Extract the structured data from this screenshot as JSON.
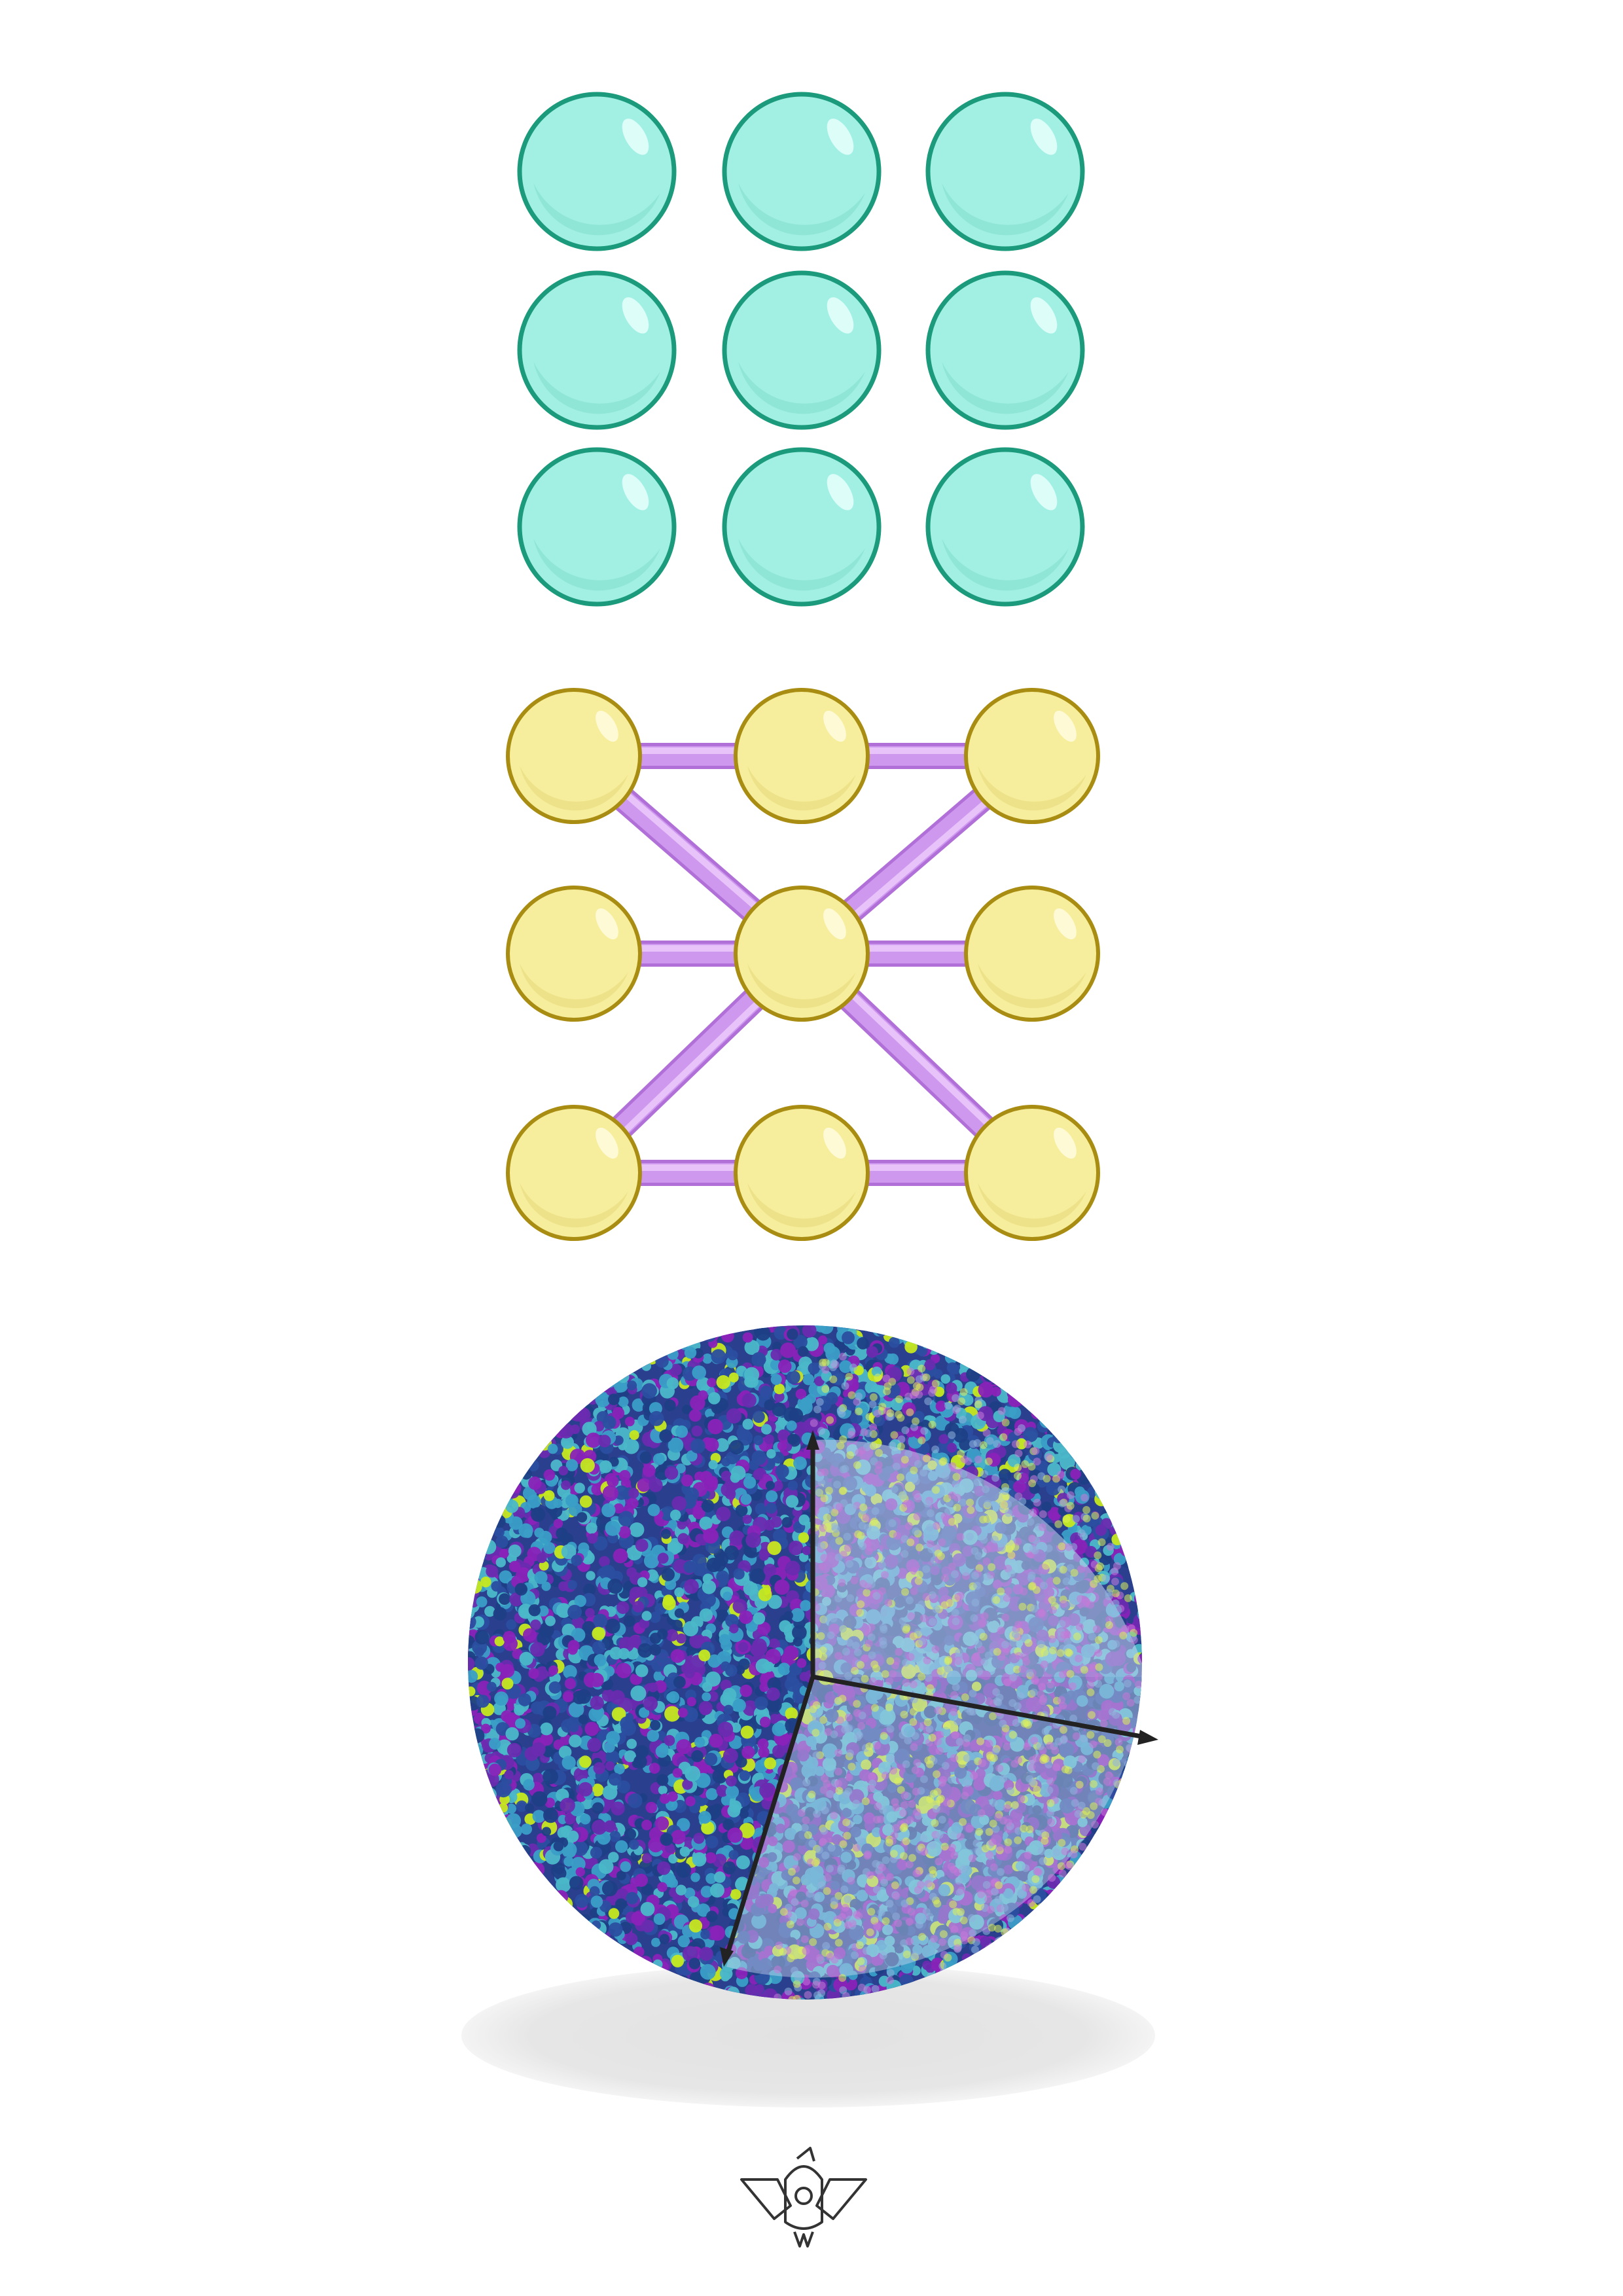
{
  "page": {
    "background": "#ffffff"
  },
  "panels": [
    {
      "id": "separate-spheres",
      "kind": "grid",
      "rows": 3,
      "cols": 3,
      "colors": {
        "fill": "#a2f0e4",
        "fill_shade": "#7fdccb",
        "stroke": "#1b9a7c",
        "highlight": "#e6fffb"
      },
      "connections": []
    },
    {
      "id": "bonded-spheres",
      "kind": "grid",
      "rows": 3,
      "cols": 3,
      "colors": {
        "fill": "#f6ee9c",
        "fill_shade": "#e6d77a",
        "stroke": "#a88d12",
        "highlight": "#fffbe0",
        "bond": "#cf98ef",
        "bond_light": "#e7c3fa",
        "bond_dark": "#b070d8"
      },
      "connections": [
        [
          [
            0,
            0
          ],
          [
            0,
            1
          ]
        ],
        [
          [
            0,
            1
          ],
          [
            0,
            2
          ]
        ],
        [
          [
            1,
            0
          ],
          [
            1,
            1
          ]
        ],
        [
          [
            1,
            1
          ],
          [
            1,
            2
          ]
        ],
        [
          [
            2,
            0
          ],
          [
            2,
            1
          ]
        ],
        [
          [
            2,
            1
          ],
          [
            2,
            2
          ]
        ],
        [
          [
            0,
            0
          ],
          [
            1,
            1
          ]
        ],
        [
          [
            1,
            1
          ],
          [
            2,
            2
          ]
        ],
        [
          [
            0,
            2
          ],
          [
            1,
            1
          ]
        ],
        [
          [
            1,
            1
          ],
          [
            2,
            0
          ]
        ]
      ]
    },
    {
      "id": "particle-sphere",
      "kind": "cutaway-sphere",
      "colors": {
        "particles": [
          "#2b4ea0",
          "#3a9ec7",
          "#8a22b8",
          "#1e3f86",
          "#4bb8c9",
          "#6a2bb0",
          "#c6e81f"
        ],
        "cut_overlay": "#c9d6f0",
        "axes": "#222222",
        "shadow": "#e6e6e6"
      },
      "axes": [
        "up",
        "right",
        "down-left"
      ]
    }
  ],
  "logo": {
    "name": "bird-emblem",
    "stroke": "#333333"
  }
}
